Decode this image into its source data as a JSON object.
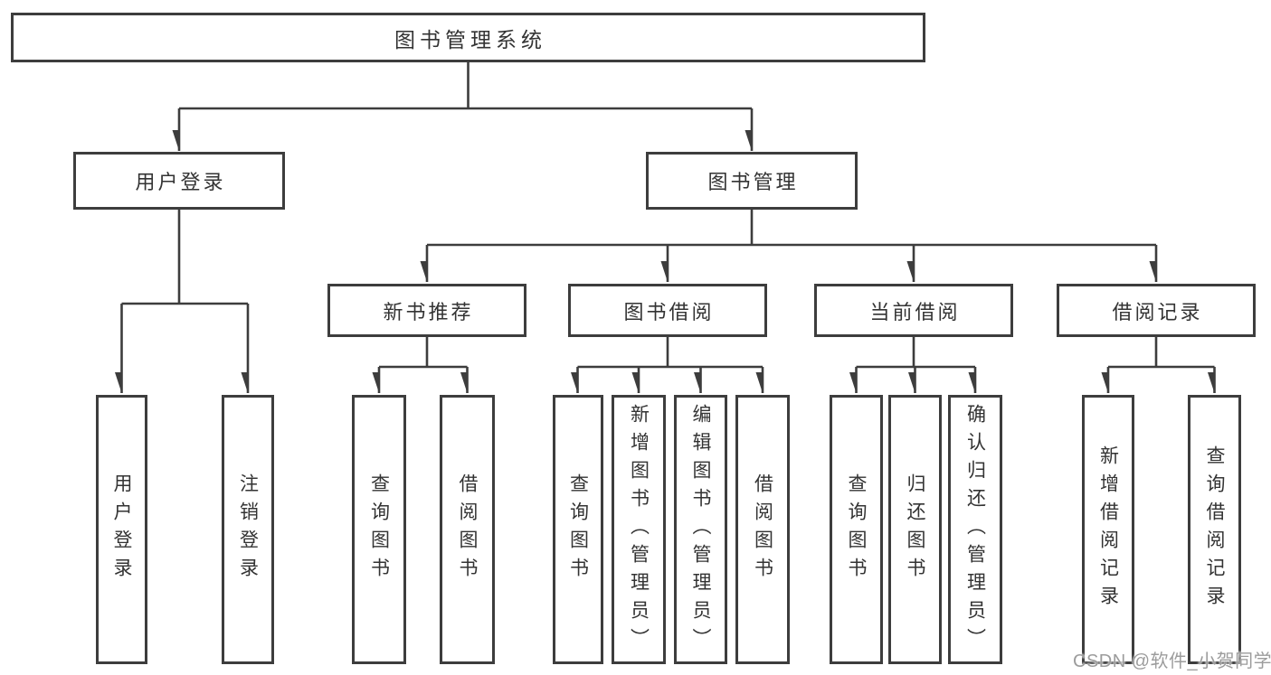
{
  "tree": {
    "root": "图书管理系统",
    "level2": [
      {
        "label": "用户登录"
      },
      {
        "label": "图书管理"
      }
    ],
    "level3": [
      {
        "label": "新书推荐"
      },
      {
        "label": "图书借阅"
      },
      {
        "label": "当前借阅"
      },
      {
        "label": "借阅记录"
      }
    ],
    "leaves": {
      "userLogin": [
        {
          "label": "用户登录"
        },
        {
          "label": "注销登录"
        }
      ],
      "newBookRecommend": [
        {
          "label": "查询图书"
        },
        {
          "label": "借阅图书"
        }
      ],
      "bookBorrowing": [
        {
          "label": "查询图书"
        },
        {
          "label": "新增图书（管理员）"
        },
        {
          "label": "编辑图书（管理员）"
        },
        {
          "label": "借阅图书"
        }
      ],
      "currentBorrowing": [
        {
          "label": "查询图书"
        },
        {
          "label": "归还图书"
        },
        {
          "label": "确认归还（管理员）"
        }
      ],
      "borrowingRecords": [
        {
          "label": "新增借阅记录"
        },
        {
          "label": "查询借阅记录"
        }
      ]
    }
  },
  "watermark": "CSDN @软件_小贺同学",
  "colors": {
    "line": "#3d3d3d",
    "text": "#333333",
    "background": "#ffffff",
    "watermark": "#9c9c9c"
  }
}
